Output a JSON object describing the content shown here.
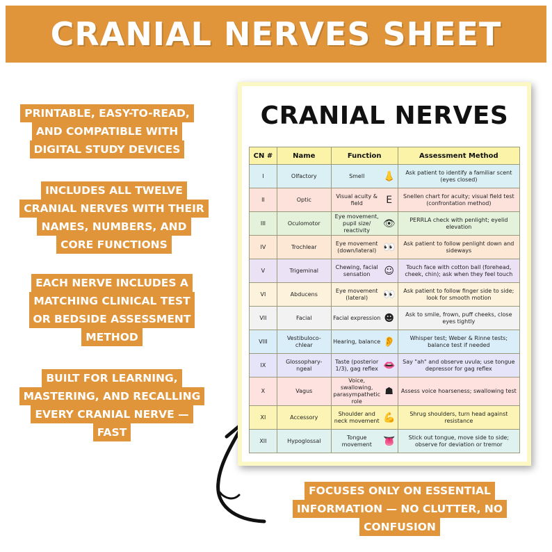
{
  "banner": {
    "title": "CRANIAL NERVES SHEET"
  },
  "callouts": [
    [
      "PRINTABLE, EASY-TO-READ,",
      "AND COMPATIBLE WITH",
      "DIGITAL STUDY DEVICES"
    ],
    [
      "INCLUDES ALL TWELVE",
      "CRANIAL NERVES WITH THEIR",
      "NAMES, NUMBERS, AND",
      "CORE FUNCTIONS"
    ],
    [
      "EACH NERVE INCLUDES A",
      "MATCHING CLINICAL TEST",
      "OR BEDSIDE ASSESSMENT",
      "METHOD"
    ],
    [
      "BUILT FOR LEARNING,",
      "MASTERING, AND RECALLING",
      "EVERY CRANIAL NERVE —",
      "FAST"
    ],
    [
      "FOCUSES ONLY ON ESSENTIAL",
      "INFORMATION — NO CLUTTER, NO",
      "CONFUSION"
    ]
  ],
  "sheet": {
    "title": "CRANIAL NERVES",
    "headers": [
      "CN #",
      "Name",
      "Function",
      "Assessment Method"
    ],
    "rows": [
      {
        "cn": "I",
        "name": "Olfactory",
        "function": "Smell",
        "icon": "nose-icon",
        "glyph": "👃",
        "assessment": "Ask patient to identify a familiar scent (eyes closed)",
        "color": "#daf0f5"
      },
      {
        "cn": "II",
        "name": "Optic",
        "function": "Visual acuity & field",
        "icon": "eye-chart-icon",
        "glyph": "E",
        "assessment": "Snellen chart for acuity; visual field test (confrontation method)",
        "color": "#fde2dc"
      },
      {
        "cn": "III",
        "name": "Oculomotor",
        "function": "Eye movement, pupil size/ reactivity",
        "icon": "eye-icon",
        "glyph": "👁",
        "assessment": "PERRLA check with penlight; eyelid elevation",
        "color": "#e4f2dc"
      },
      {
        "cn": "IV",
        "name": "Trochlear",
        "function": "Eye movement (down/lateral)",
        "icon": "eyes-down-icon",
        "glyph": "👀",
        "assessment": "Ask patient to follow penlight down and sideways",
        "color": "#fde8d6"
      },
      {
        "cn": "V",
        "name": "Trigeminal",
        "function": "Chewing, facial sensation",
        "icon": "face-icon",
        "glyph": "☺",
        "assessment": "Touch face with cotton ball (forehead, cheek, chin); ask when they feel touch",
        "color": "#ece2f6"
      },
      {
        "cn": "VI",
        "name": "Abducens",
        "function": "Eye movement (lateral)",
        "icon": "eyes-lateral-icon",
        "glyph": "👀",
        "assessment": "Ask patient to follow finger side to side; look for smooth motion",
        "color": "#fdf2dc"
      },
      {
        "cn": "VII",
        "name": "Facial",
        "function": "Facial expression",
        "icon": "expressions-icon",
        "glyph": "☻",
        "assessment": "Ask to smile, frown, puff cheeks, close eyes tightly",
        "color": "#f2f2f2"
      },
      {
        "cn": "VIII",
        "name": "Vestibuloco-chlear",
        "function": "Hearing, balance",
        "icon": "ear-icon",
        "glyph": "👂",
        "assessment": "Whisper test; Weber & Rinne tests; balance test if needed",
        "color": "#daeefa"
      },
      {
        "cn": "IX",
        "name": "Glossophary-ngeal",
        "function": "Taste (posterior 1/3), gag reflex",
        "icon": "mouth-icon",
        "glyph": "👄",
        "assessment": "Say \"ah\" and observe uvula; use tongue depressor for gag reflex",
        "color": "#e6e4f8"
      },
      {
        "cn": "X",
        "name": "Vagus",
        "function": "Voice, swallowing, parasympathetic role",
        "icon": "throat-icon",
        "glyph": "☗",
        "assessment": "Assess voice hoarseness; swallowing test",
        "color": "#fde2e0"
      },
      {
        "cn": "XI",
        "name": "Accessory",
        "function": "Shoulder and neck movement",
        "icon": "shoulder-icon",
        "glyph": "💪",
        "assessment": "Shrug shoulders, turn head against resistance",
        "color": "#fbf4b4"
      },
      {
        "cn": "XII",
        "name": "Hypoglossal",
        "function": "Tongue movement",
        "icon": "tongue-icon",
        "glyph": "👅",
        "assessment": "Stick out tongue, move side to side; observe for deviation or tremor",
        "color": "#dff2f0"
      }
    ]
  }
}
